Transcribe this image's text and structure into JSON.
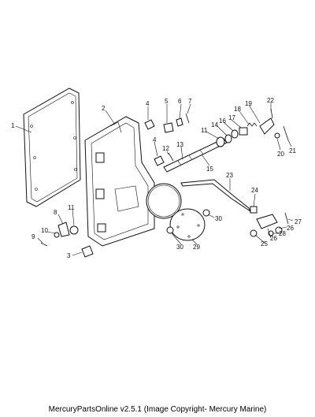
{
  "callouts": [
    "1",
    "2",
    "3",
    "4",
    "4",
    "5",
    "6",
    "7",
    "8",
    "9",
    "10",
    "11",
    "11",
    "12",
    "13",
    "14",
    "15",
    "16",
    "17",
    "18",
    "19",
    "20",
    "21",
    "22",
    "23",
    "24",
    "25",
    "26",
    "26",
    "27",
    "28",
    "29",
    "30",
    "30"
  ],
  "footer": "MercuryPartsOnline v2.5.1 (Image Copyright- Mercury Marine)"
}
